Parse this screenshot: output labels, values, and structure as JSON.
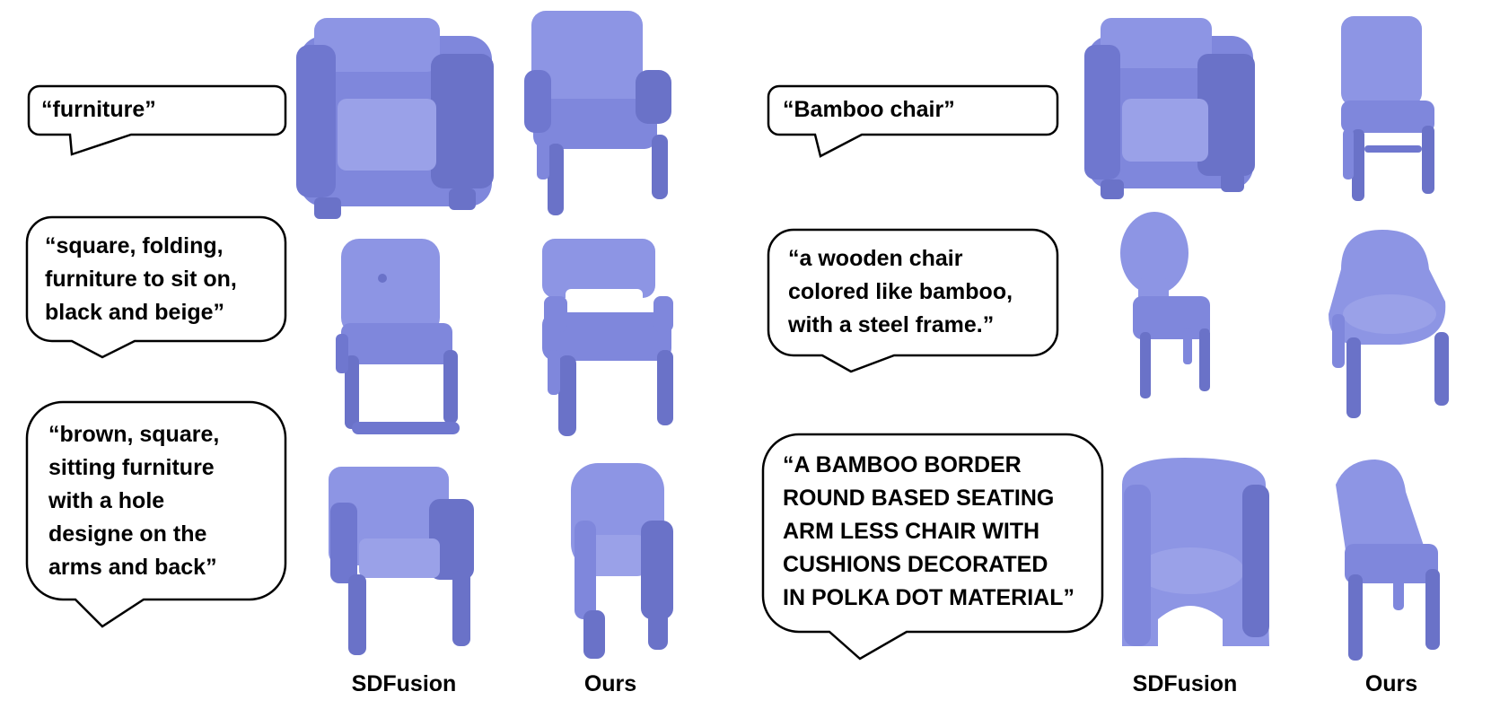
{
  "colors": {
    "chair_fill": "#7f87dc",
    "chair_shade": "#6a72c8",
    "chair_light": "#9aa1e8",
    "bubble_border": "#000000"
  },
  "left_panel": {
    "prompts": [
      {
        "text": "“furniture”"
      },
      {
        "text": "“square, folding,\nfurniture to sit on,\nblack and beige”"
      },
      {
        "text": "“brown, square,\nsitting furniture\nwith a hole\ndesigne on the\narms and back”"
      }
    ],
    "columns": [
      "SDFusion",
      "Ours"
    ]
  },
  "right_panel": {
    "prompts": [
      {
        "text": "“Bamboo chair”"
      },
      {
        "text": "“a wooden chair\ncolored like bamboo,\nwith a steel frame.”"
      },
      {
        "text": "“A BAMBOO BORDER\nROUND BASED SEATING\nARM LESS CHAIR WITH\nCUSHIONS DECORATED\nIN POLKA DOT MATERIAL”"
      }
    ],
    "columns": [
      "SDFusion",
      "Ours"
    ]
  }
}
